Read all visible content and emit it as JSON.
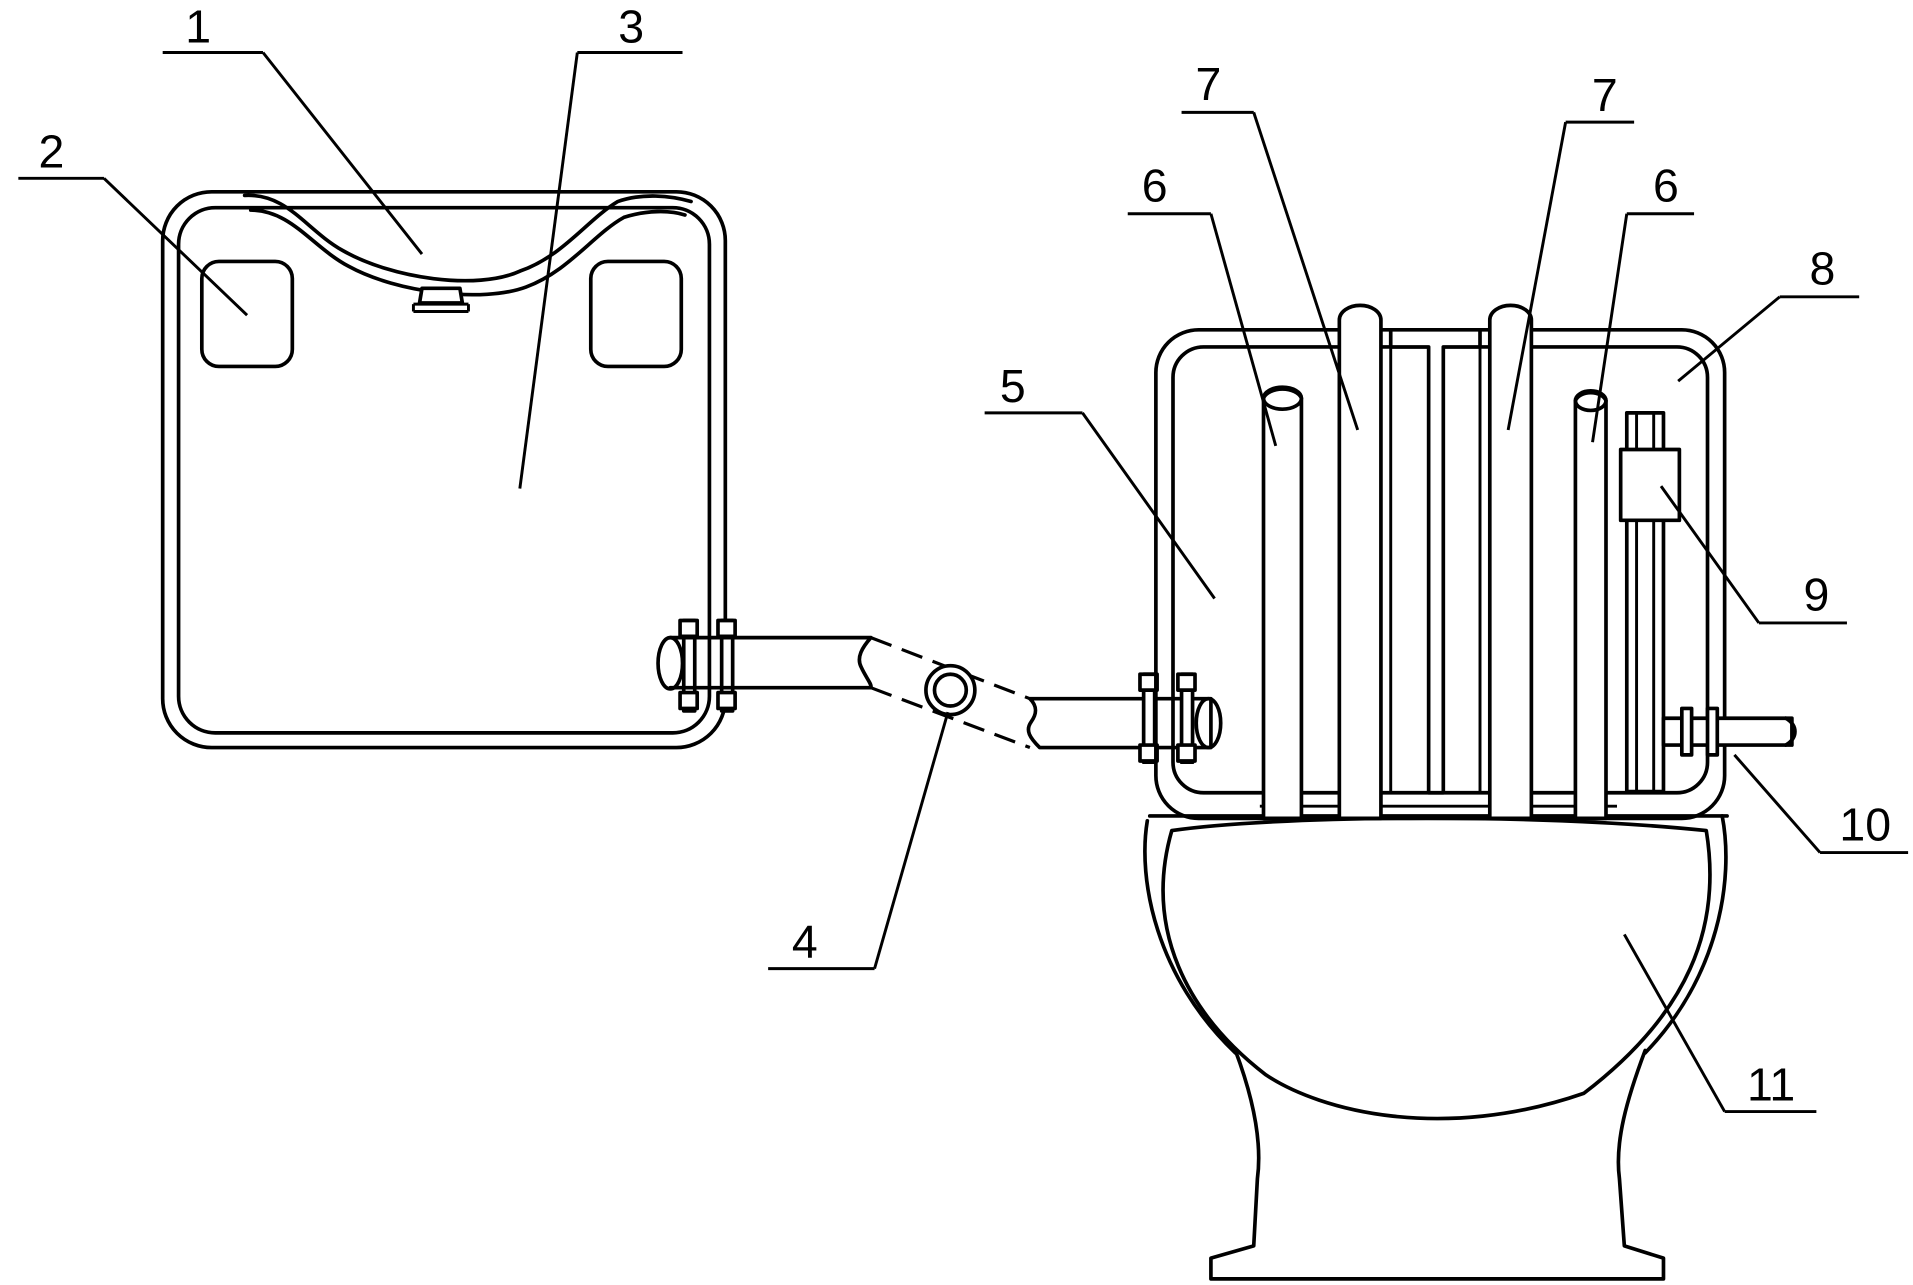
{
  "labels": {
    "l1": "1",
    "l2": "2",
    "l3": "3",
    "l4": "4",
    "l5": "5",
    "l6a": "6",
    "l6b": "6",
    "l7a": "7",
    "l7b": "7",
    "l8": "8",
    "l9": "9",
    "l10": "10",
    "l11": "11"
  }
}
